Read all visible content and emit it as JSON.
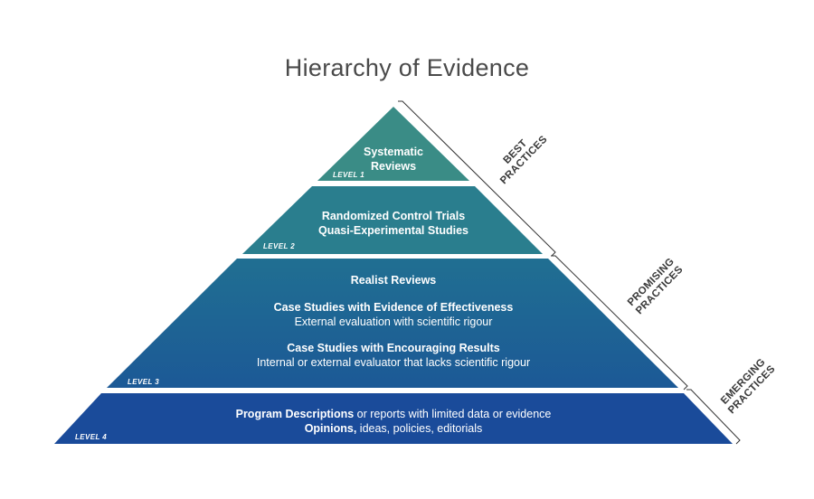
{
  "title": "Hierarchy of Evidence",
  "levels": [
    {
      "label": "LEVEL 1",
      "line1": "Systematic",
      "line2": "Reviews"
    },
    {
      "label": "LEVEL 2",
      "line1": "Randomized Control Trials",
      "line2": "Quasi-Experimental Studies"
    },
    {
      "label": "LEVEL 3",
      "item1": "Realist Reviews",
      "item2_bold": "Case Studies with Evidence of Effectiveness",
      "item2_sub": "External evaluation with scientific rigour",
      "item3_bold": "Case Studies with Encouraging Results",
      "item3_sub": "Internal or external evaluator that lacks scientific rigour"
    },
    {
      "label": "LEVEL 4",
      "line1_bold": "Program Descriptions",
      "line1_rest": " or reports with limited data or evidence",
      "line2_bold": "Opinions,",
      "line2_rest": " ideas, policies, editorials"
    }
  ],
  "side_labels": [
    {
      "line1": "BEST",
      "line2": "PRACTICES"
    },
    {
      "line1": "PROMISING",
      "line2": "PRACTICES"
    },
    {
      "line1": "EMERGING",
      "line2": "PRACTICES"
    }
  ],
  "colors": {
    "level1": "#3a8c86",
    "level2": "#2a7e8e",
    "level3_top": "#206f92",
    "level3_bottom": "#1c5996",
    "level4": "#1a4b9a",
    "bracket": "#333333"
  }
}
